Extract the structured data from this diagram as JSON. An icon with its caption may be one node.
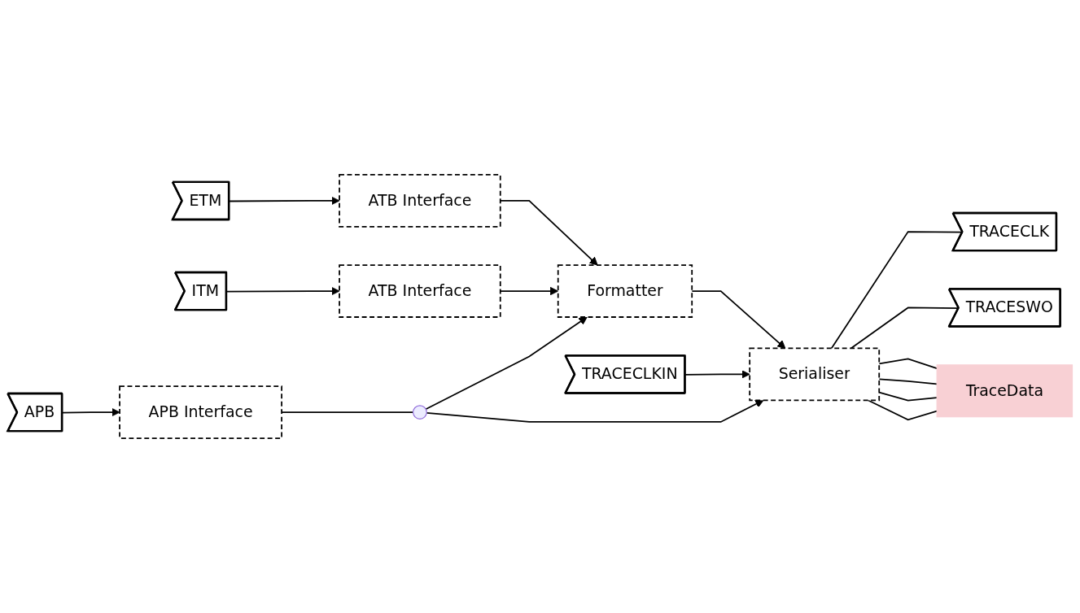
{
  "diagram": {
    "nodes": [
      {
        "text": [
          "ETM"
        ]
      },
      {
        "text": [
          "ATB Interface"
        ]
      },
      {
        "text": [
          "ITM"
        ]
      },
      {
        "text": [
          "ATB Interface"
        ]
      },
      {
        "text": [
          "APB"
        ]
      },
      {
        "text": [
          "APB Interface"
        ]
      },
      {
        "text": [
          "Formatter"
        ]
      },
      {
        "text": [
          "Serialiser"
        ]
      },
      {
        "text": [
          "TRACECLKIN"
        ]
      },
      {
        "text": [
          "TRACECLK"
        ]
      },
      {
        "text": [
          "TRACESWO"
        ]
      },
      {
        "text": [
          "TraceData"
        ]
      },
      {
        "text": [],
        "shape": "circle"
      }
    ],
    "edges": [
      {
        "from": 0,
        "to": 1,
        "arrow": "to"
      },
      {
        "from": 2,
        "to": 3,
        "arrow": "to"
      },
      {
        "from": 4,
        "to": 5,
        "arrow": "to"
      },
      {
        "from": 1,
        "to": 6,
        "arrow": "to"
      },
      {
        "from": 3,
        "to": 6,
        "arrow": "to"
      },
      {
        "from": 5,
        "to": 12,
        "arrow": "none"
      },
      {
        "from": 12,
        "to": 6,
        "arrow": "to"
      },
      {
        "from": 12,
        "to": 7,
        "arrow": "to"
      },
      {
        "from": 6,
        "to": 7,
        "arrow": "to"
      },
      {
        "from": 8,
        "to": 7,
        "arrow": "to"
      },
      {
        "from": 7,
        "to": 9,
        "arrow": "none"
      },
      {
        "from": 7,
        "to": 10,
        "arrow": "none"
      },
      {
        "from": 7,
        "to": 11,
        "arrow": "none"
      },
      {
        "from": 7,
        "to": 11,
        "arrow": "none"
      },
      {
        "from": 7,
        "to": 11,
        "arrow": "none"
      },
      {
        "from": 7,
        "to": 11,
        "arrow": "none"
      }
    ]
  }
}
